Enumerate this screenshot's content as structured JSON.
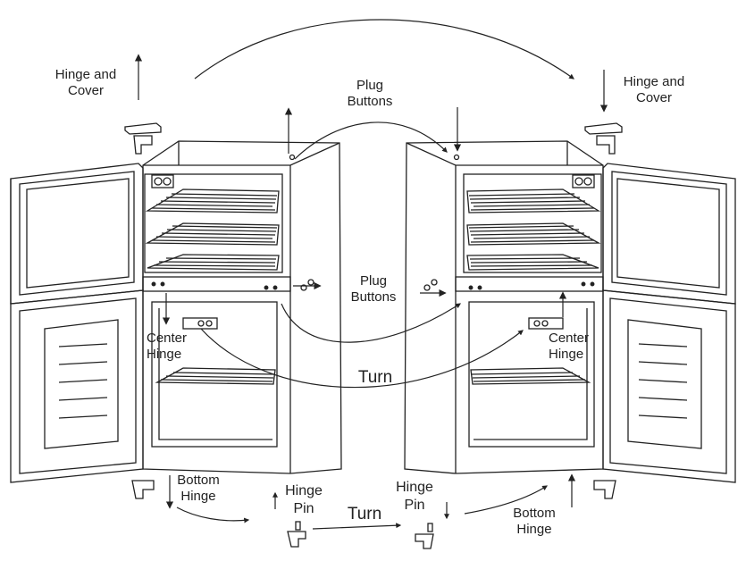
{
  "labels": {
    "hinge_cover_left": "Hinge and\nCover",
    "hinge_cover_right": "Hinge and\nCover",
    "plug_buttons_top": "Plug\nButtons",
    "plug_buttons_mid": "Plug\nButtons",
    "center_hinge_left": "Center\nHinge",
    "center_hinge_right": "Center\nHinge",
    "turn_mid": "Turn",
    "turn_bottom": "Turn",
    "bottom_hinge_left": "Bottom\nHinge",
    "bottom_hinge_right": "Bottom\nHinge",
    "hinge_pin_left": "Hinge\nPin",
    "hinge_pin_right": "Hinge\nPin"
  }
}
